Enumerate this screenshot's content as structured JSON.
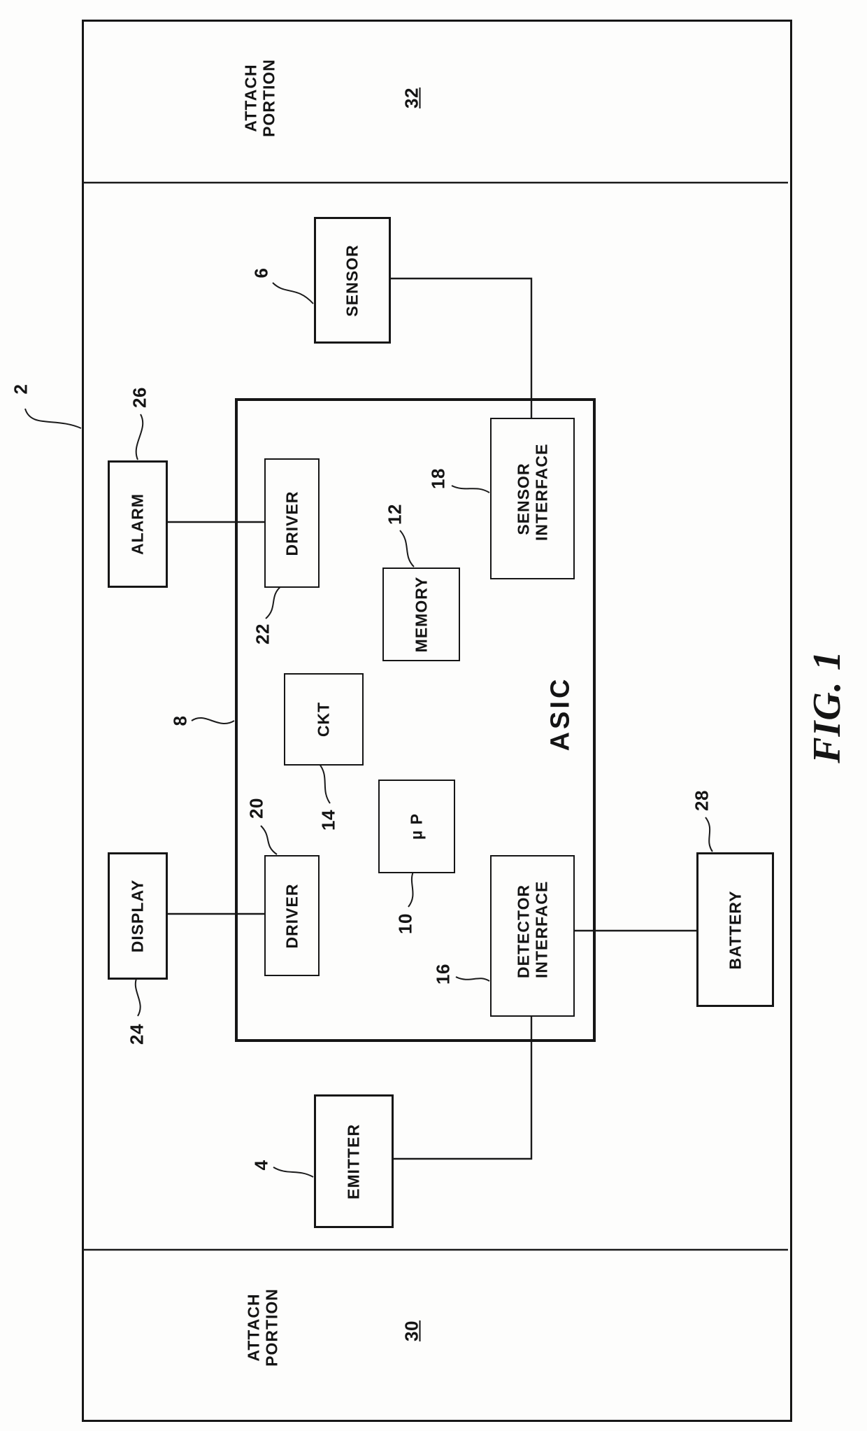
{
  "figure": {
    "caption": "FIG. 1",
    "device_ref": "2"
  },
  "sections": {
    "attach_top": {
      "label": "ATTACH PORTION",
      "ref": "32"
    },
    "attach_bottom": {
      "label": "ATTACH PORTION",
      "ref": "30"
    }
  },
  "blocks": {
    "sensor": {
      "label": "SENSOR",
      "ref": "6"
    },
    "alarm": {
      "label": "ALARM",
      "ref": "26"
    },
    "asic": {
      "label": "ASIC",
      "ref": "8"
    },
    "driver_alarm": {
      "label": "DRIVER",
      "ref": "22"
    },
    "memory": {
      "label": "MEMORY",
      "ref": "12"
    },
    "sensor_interface": {
      "label": "SENSOR INTERFACE",
      "ref": "18"
    },
    "ckt": {
      "label": "CKT",
      "ref": "14"
    },
    "up": {
      "label": "µ P",
      "ref": "10"
    },
    "driver_display": {
      "label": "DRIVER",
      "ref": "20"
    },
    "detector_interface": {
      "label": "DETECTOR INTERFACE",
      "ref": "16"
    },
    "display": {
      "label": "DISPLAY",
      "ref": "24"
    },
    "battery": {
      "label": "BATTERY",
      "ref": "28"
    },
    "emitter": {
      "label": "EMITTER",
      "ref": "4"
    }
  }
}
